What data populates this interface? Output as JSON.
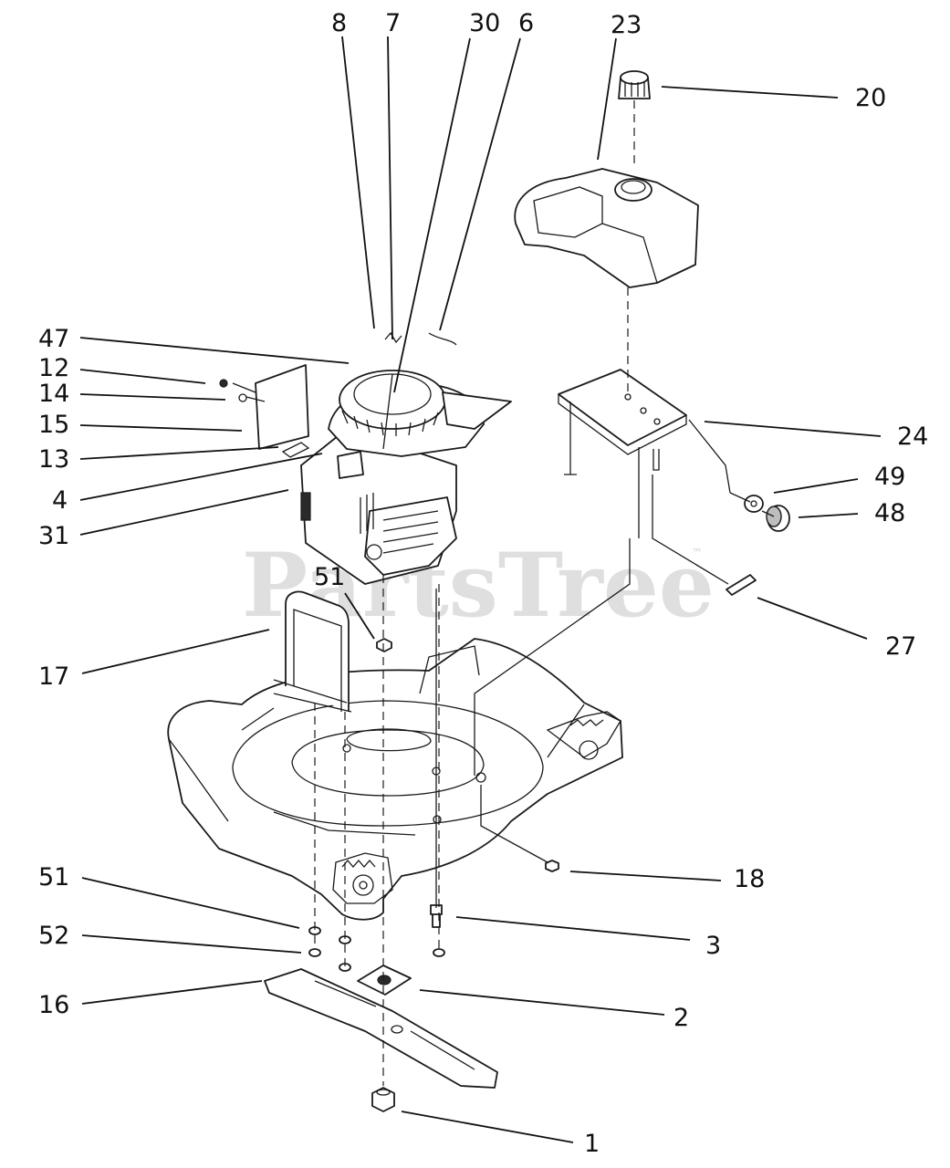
{
  "watermark": {
    "text": "PartsTree",
    "trademark": "™"
  },
  "callouts": {
    "c8": "8",
    "c7": "7",
    "c30": "30",
    "c6": "6",
    "c23": "23",
    "c20": "20",
    "c47": "47",
    "c12": "12",
    "c14": "14",
    "c15": "15",
    "c13": "13",
    "c4": "4",
    "c31": "31",
    "c24": "24",
    "c49": "49",
    "c48": "48",
    "c27": "27",
    "c51a": "51",
    "c17": "17",
    "c18": "18",
    "c51b": "51",
    "c52": "52",
    "c3": "3",
    "c16": "16",
    "c2": "2",
    "c1": "1"
  }
}
